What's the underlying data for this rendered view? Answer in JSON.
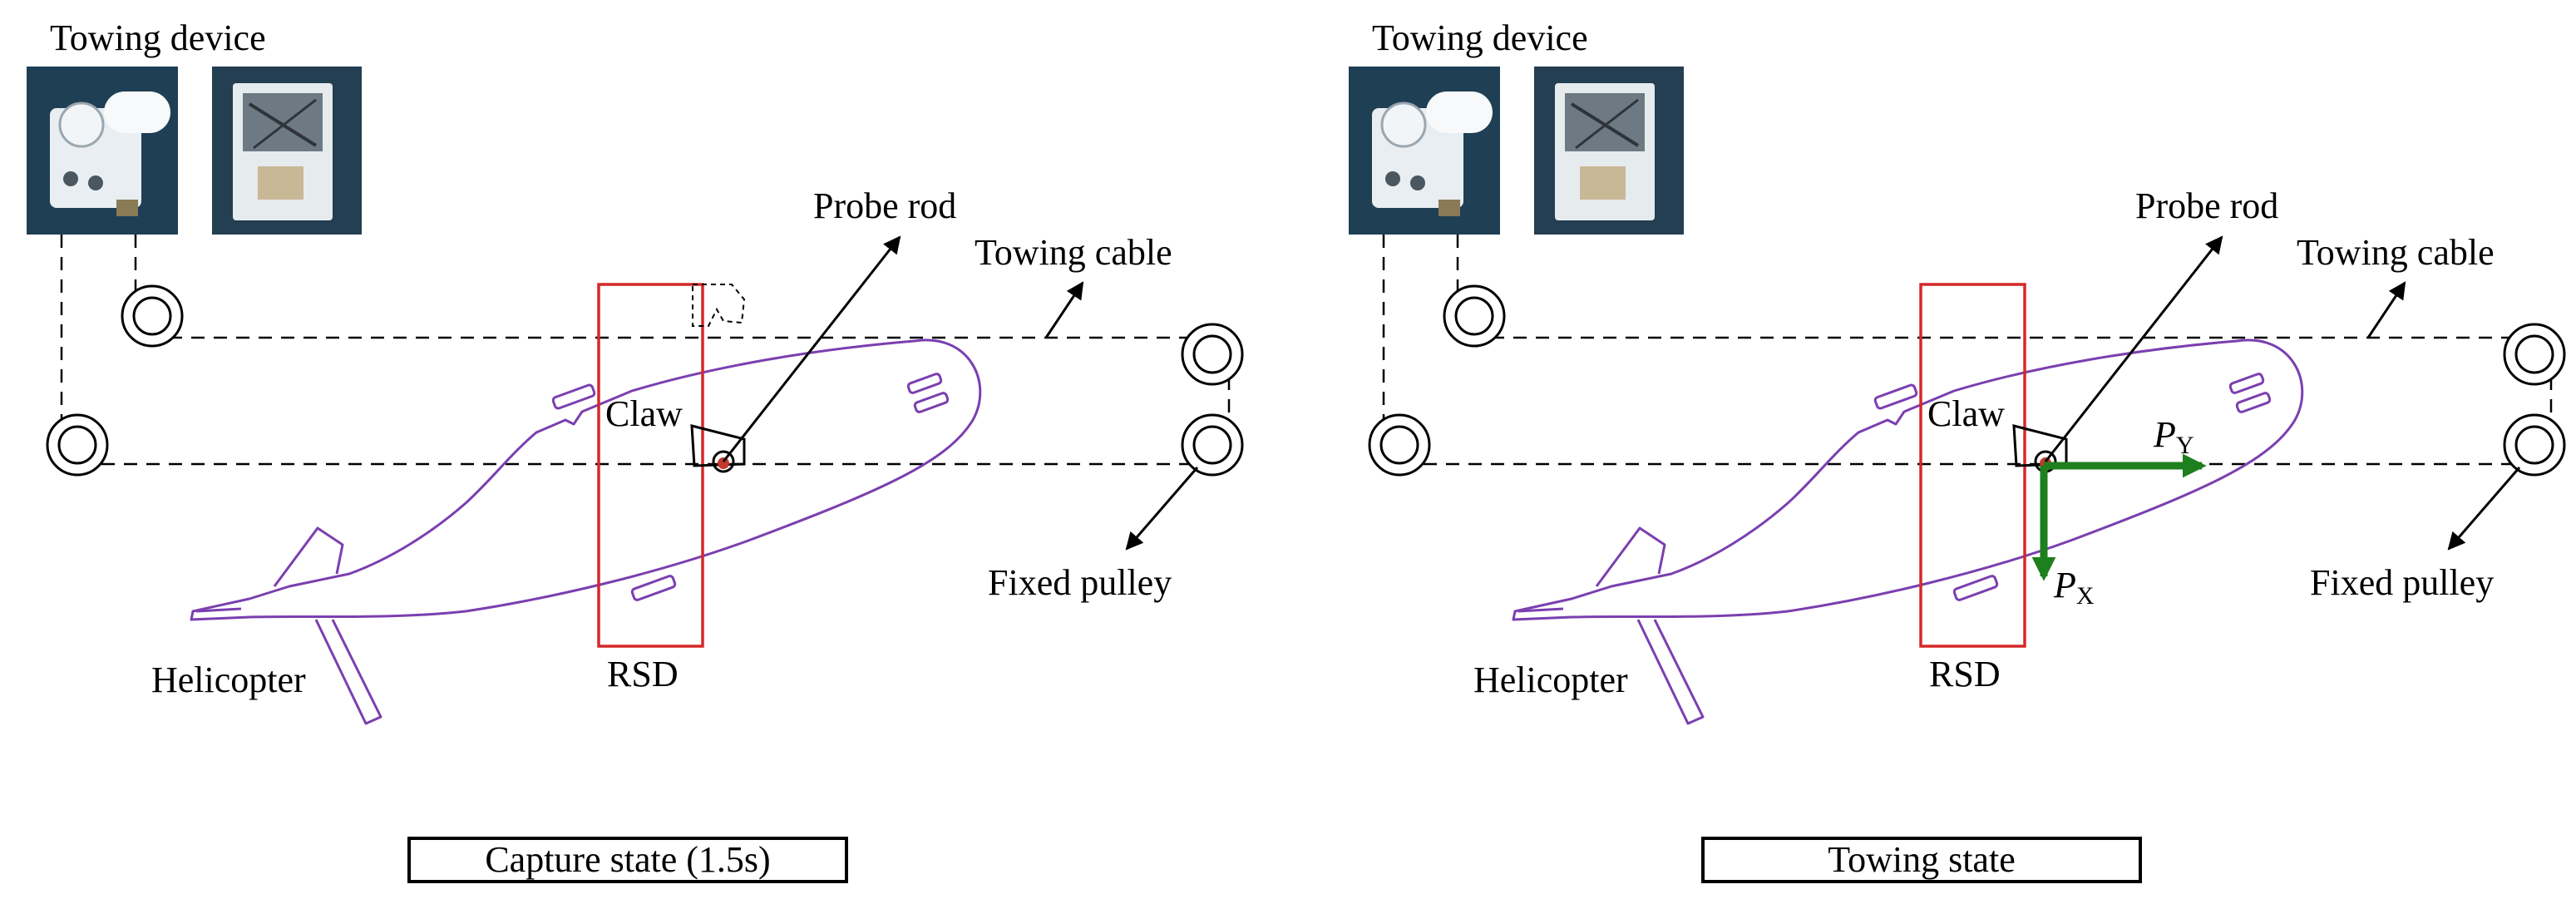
{
  "panels": [
    {
      "towing_device_label": "Towing device",
      "probe_rod_label": "Probe rod",
      "towing_cable_label": "Towing cable",
      "claw_label": "Claw",
      "fixed_pulley_label": "Fixed pulley",
      "helicopter_label": "Helicopter",
      "rsd_label": "RSD",
      "state_caption": "Capture state (1.5s)"
    },
    {
      "towing_device_label": "Towing device",
      "probe_rod_label": "Probe rod",
      "towing_cable_label": "Towing cable",
      "claw_label": "Claw",
      "fixed_pulley_label": "Fixed pulley",
      "helicopter_label": "Helicopter",
      "rsd_label": "RSD",
      "state_caption": "Towing state",
      "force_y_symbol": "P",
      "force_y_subscript": "Y",
      "force_x_symbol": "P",
      "force_x_subscript": "X"
    }
  ],
  "colors": {
    "helicopter_outline": "#7b3fb0",
    "rsd_frame": "#d62828",
    "force_arrow": "#1e7f1e",
    "probe_tip": "#c0392b"
  }
}
